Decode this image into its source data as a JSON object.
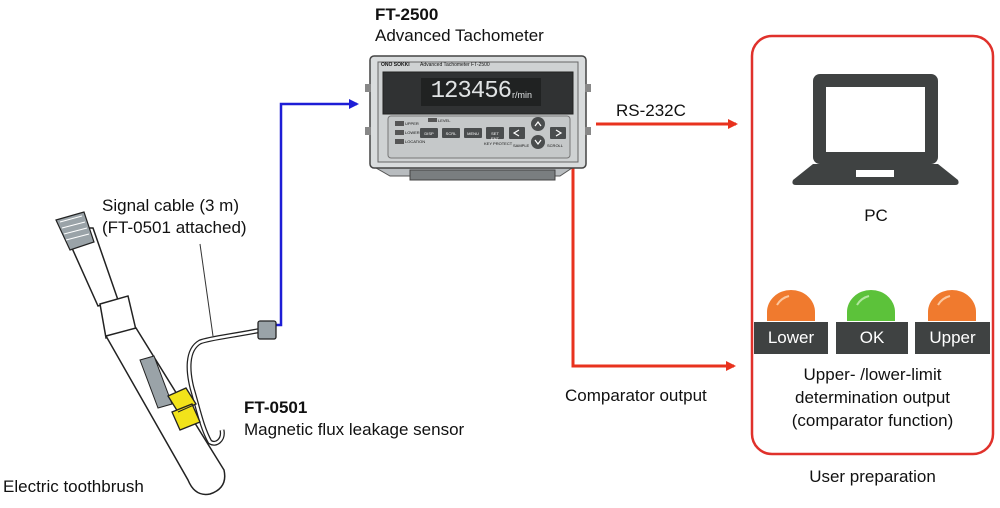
{
  "tachometer": {
    "model": "FT-2500",
    "name": "Advanced Tachometer",
    "brand": "ONO SOKKI",
    "panel_title": "Advanced  Tachometer   FT-2500",
    "display_value": "123456",
    "display_unit": "r/min",
    "indicators": [
      "UPPER",
      "LOWER",
      "LOCATION"
    ],
    "level_label": "LEVEL",
    "buttons": [
      "DISP",
      "SCRL",
      "MENU",
      "SET ENT"
    ],
    "sub_labels": [
      "KEY PROTECT",
      "SAMPLE",
      "SCROLL"
    ]
  },
  "connections": {
    "rs232c": "RS-232C",
    "comparator": "Comparator output"
  },
  "pc_label": "PC",
  "lamps": [
    {
      "label": "Lower",
      "color": "#f07a2e"
    },
    {
      "label": "OK",
      "color": "#5cc23a"
    },
    {
      "label": "Upper",
      "color": "#f07a2e"
    }
  ],
  "comparator_description": {
    "line1": "Upper- /lower-limit",
    "line2": "determination output",
    "line3": "(comparator function)"
  },
  "user_preparation": "User preparation",
  "signal_cable": {
    "line1": "Signal cable (3 m)",
    "line2": "(FT-0501 attached)"
  },
  "sensor": {
    "model": "FT-0501",
    "name": "Magnetic flux leakage sensor"
  },
  "toothbrush_label": "Electric toothbrush",
  "colors": {
    "blue_line": "#1d1dd6",
    "red_line": "#e8321e",
    "box_border": "#e0312b",
    "sensor_yellow": "#f2e31a"
  }
}
